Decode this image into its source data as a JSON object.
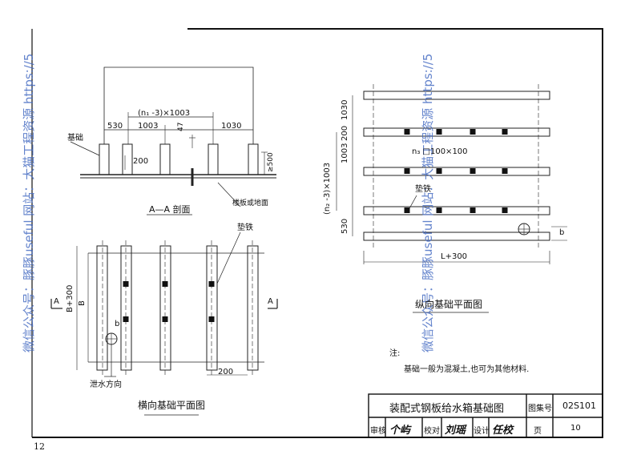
{
  "page_number": "12",
  "watermark": {
    "left": "微信公众号：豚豚useful  网站：大猫工程资源 https://5",
    "right": "微信公众号：豚豚useful  网站：大猫工程资源 https://5"
  },
  "section_aa": {
    "title": "A—A 剖面",
    "foundation_label": "基础",
    "floor_label": "楼板或地面",
    "dims": {
      "span": "(n₁ -3)×1003",
      "left_edge": "530",
      "pitch_left": "1003",
      "pitch_right": "1030",
      "gap": "47",
      "height": "200",
      "vertical": "≥500"
    }
  },
  "plan_transverse": {
    "title": "横向基础平面图",
    "steel_pad_label": "垫铁",
    "drain_label": "泄水方向",
    "dims": {
      "length_b300": "B+300",
      "length_b": "B",
      "b": "b",
      "bottom": "200"
    },
    "section_mark_left": "A",
    "section_mark_right": "A"
  },
  "plan_longitudinal": {
    "title": "纵向基础平面图",
    "steel_pad_label": "垫铁",
    "dims": {
      "top": "1030",
      "pitch": "1003",
      "left_200": "200",
      "span": "(n₂ -3)×1003",
      "bottom": "530",
      "pad": "n₃ □100×100",
      "width": "L+300",
      "b": "b"
    }
  },
  "notes": {
    "heading": "注:",
    "text": "基础一般为混凝土,也可为其他材料."
  },
  "title_block": {
    "drawing_title": "装配式钢板给水箱基础图",
    "atlas_label": "图集号",
    "atlas_no": "02S101",
    "review_label": "审核",
    "review_sig": "个屿",
    "check_label": "校对",
    "check_sig": "刘瑶",
    "design_label": "设计",
    "design_sig": "任校",
    "page_label": "页",
    "page_no": "10"
  }
}
